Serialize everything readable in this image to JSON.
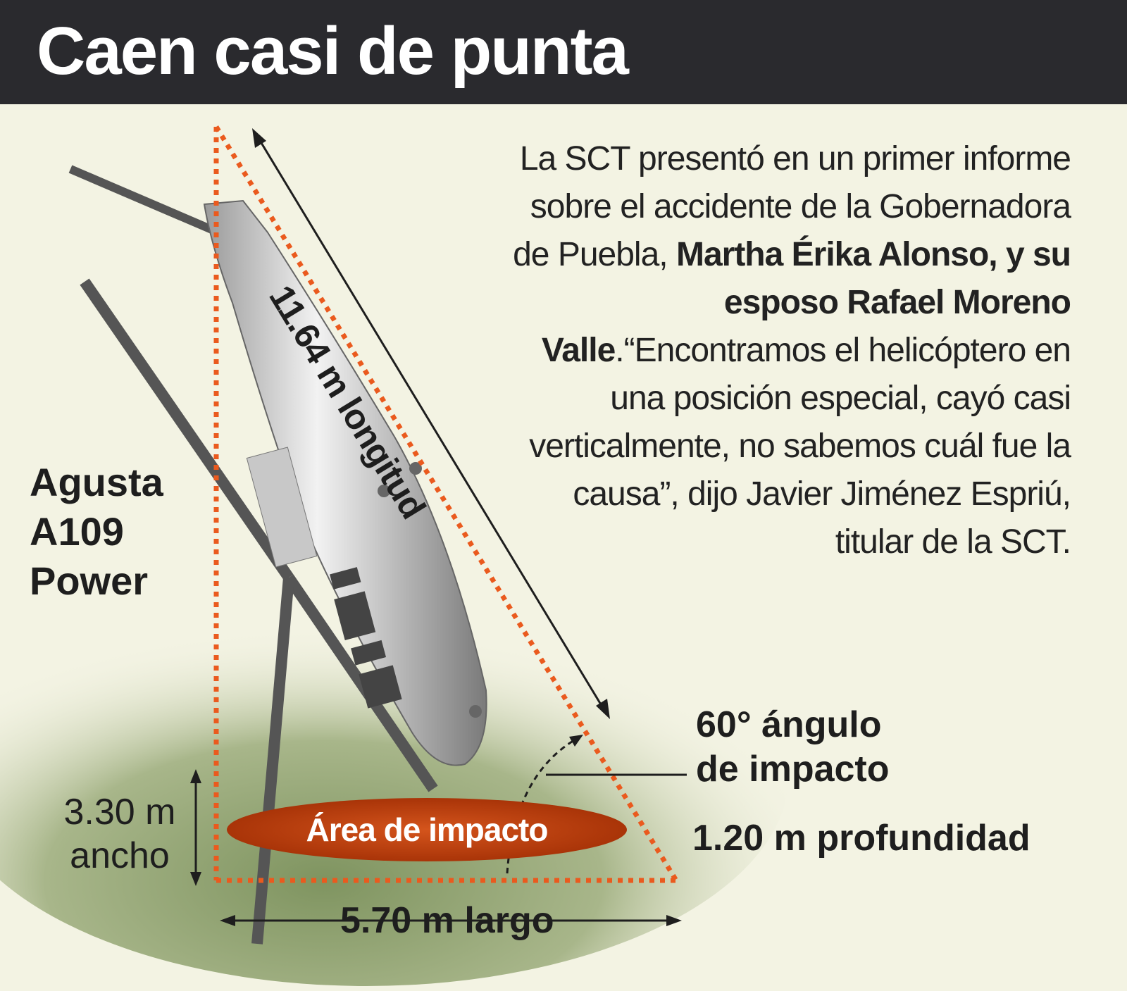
{
  "header": {
    "title": "Caen casi de punta"
  },
  "article": {
    "text_before": "La SCT presentó en un primer informe sobre el accidente de la Gobernadora de Puebla, ",
    "bold_names": "Martha Érika Alonso, y su esposo Rafael Moreno Valle",
    "text_after": ".“Encontramos el helicóptero en una posición especial, cayó casi verticalmente, no sabemos cuál fue la causa”, dijo Javier Jiménez Espriú, titular de la SCT."
  },
  "diagram": {
    "model": [
      "Agusta",
      "A109",
      "Power"
    ],
    "length_label": "11.64 m longitud",
    "width_value": "3.30 m",
    "width_label": "ancho",
    "impact_area": "Área de impacto",
    "angle_value": "60° ángulo",
    "angle_label": "de impacto",
    "depth": "1.20 m profundidad",
    "ground_length": "5.70 m largo",
    "colors": {
      "header": "#2a2a2e",
      "background": "#f3f3e3",
      "accent": "#ea5a1e",
      "impact": "#c4420f"
    }
  }
}
